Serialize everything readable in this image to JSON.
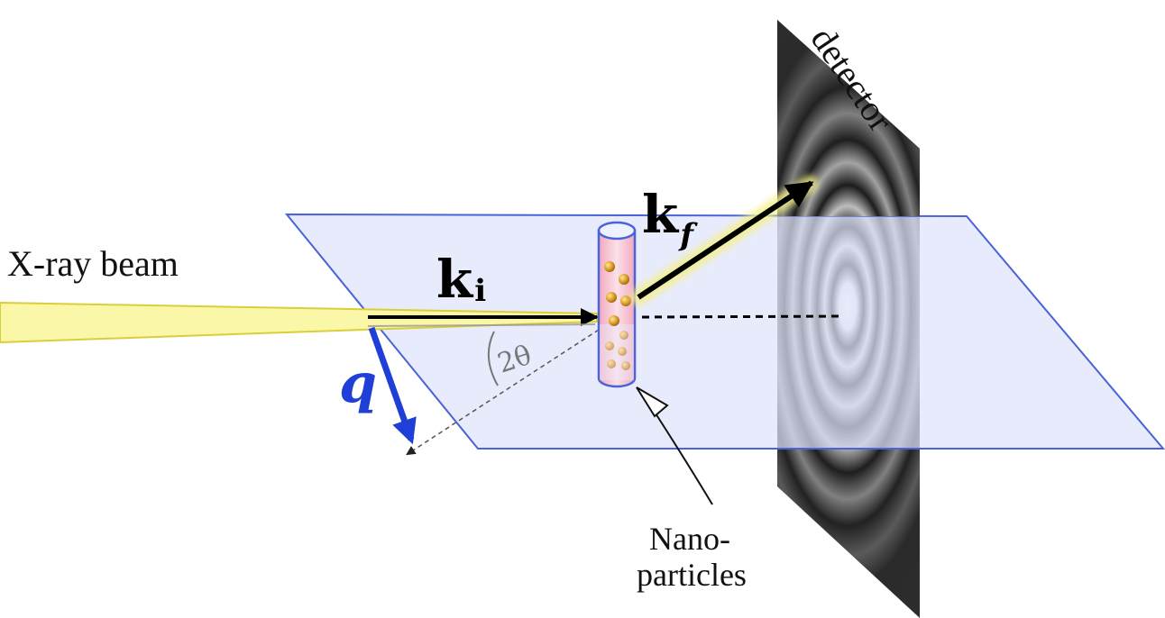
{
  "labels": {
    "xray_beam": "X-ray beam",
    "k_initial": "k",
    "k_initial_sub": "i",
    "k_final": "k",
    "k_final_sub": "f",
    "q": "q",
    "two_theta": "2θ",
    "nano_line1": "Nano-",
    "nano_line2": "particles",
    "detector": "detector"
  },
  "colors": {
    "beam_fill": "#fbf7a8",
    "beam_stroke": "#d8cf3a",
    "plane_fill": "#dfe3fb",
    "plane_stroke": "#4a63d8",
    "q_vector": "#1f3fd6",
    "capillary_stroke": "#4a63d8",
    "capillary_fill": "#f3b9c9",
    "particle": "#d99a1e",
    "detector_bg": "#2b2b2b",
    "glow": "#f4f08a"
  }
}
